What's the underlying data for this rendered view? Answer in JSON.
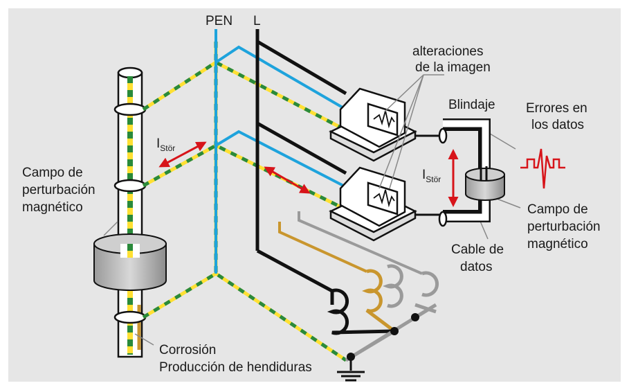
{
  "diagram": {
    "conductor_labels": {
      "pen": "PEN",
      "l": "L"
    },
    "labels": {
      "image_alteration": [
        "alteraciones",
        "de la imagen"
      ],
      "shield": "Blindaje",
      "data_errors": [
        "Errores en",
        "los datos"
      ],
      "field_left": [
        "Campo de",
        "perturbación",
        "magnético"
      ],
      "field_right": [
        "Campo de",
        "perturbación",
        "magnético"
      ],
      "data_cable": [
        "Cable de",
        "datos"
      ],
      "corrosion": [
        "Corrosión",
        "Producción de hendiduras"
      ],
      "current_main": "I",
      "current_sub": "Stör"
    },
    "colors": {
      "background": "#e6e6e6",
      "pen_blue": "#1ea3dc",
      "phase_black": "#111111",
      "pe_green": "#2a8a3a",
      "pe_yellow": "#ffe033",
      "arrow_red": "#d7141a",
      "neutral_grey": "#9a9a9a",
      "coil_gold": "#c9962e",
      "field_grey": "#c8c8c8"
    }
  }
}
